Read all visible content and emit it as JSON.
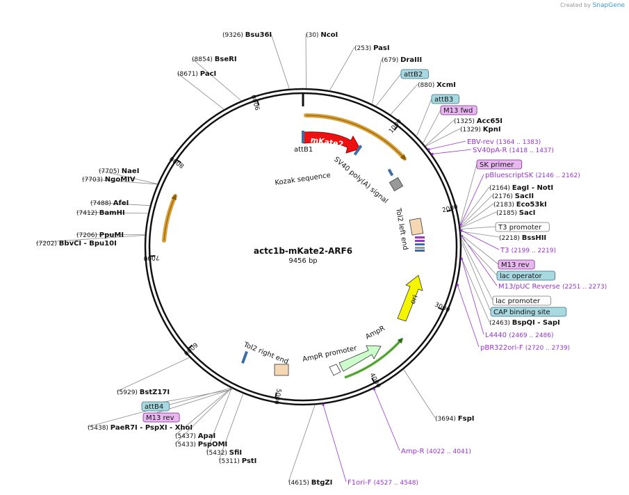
{
  "credit": {
    "prefix": "Created by",
    "brand": "SnapGene"
  },
  "plasmid": {
    "name": "actc1b-mKate2-ARF6",
    "length": "9456 bp",
    "bp": 9456
  },
  "colors": {
    "primer": "#9933cc",
    "backbone": "#111111"
  },
  "ticks": [
    {
      "label": "1000",
      "bp": 1000
    },
    {
      "label": "2000",
      "bp": 2000
    },
    {
      "label": "3000",
      "bp": 3000
    },
    {
      "label": "4000",
      "bp": 4000
    },
    {
      "label": "5000",
      "bp": 5000
    },
    {
      "label": "6000",
      "bp": 6000
    },
    {
      "label": "7000",
      "bp": 7000
    },
    {
      "label": "8000",
      "bp": 8000
    },
    {
      "label": "9000",
      "bp": 9000
    }
  ],
  "enzymes": [
    {
      "name": "Bsu36I",
      "pos": "(9326)",
      "bp": 9326
    },
    {
      "name": "NcoI",
      "pos": "(30)",
      "bp": 30
    },
    {
      "name": "PasI",
      "pos": "(253)",
      "bp": 253
    },
    {
      "name": "DraIII",
      "pos": "(679)",
      "bp": 679
    },
    {
      "name": "XcmI",
      "pos": "(880)",
      "bp": 880
    },
    {
      "name": "Acc65I",
      "pos": "(1325)",
      "bp": 1325
    },
    {
      "name": "KpnI",
      "pos": "(1329)",
      "bp": 1329
    },
    {
      "name": "EagI - NotI",
      "pos": "(2164)",
      "bp": 2164
    },
    {
      "name": "SacII",
      "pos": "(2176)",
      "bp": 2176
    },
    {
      "name": "Eco53kI",
      "pos": "(2183)",
      "bp": 2183
    },
    {
      "name": "SacI",
      "pos": "(2185)",
      "bp": 2185
    },
    {
      "name": "BssHII",
      "pos": "(2218)",
      "bp": 2218
    },
    {
      "name": "BspQI - SapI",
      "pos": "(2463)",
      "bp": 2463
    },
    {
      "name": "FspI",
      "pos": "(3694)",
      "bp": 3694
    },
    {
      "name": "BtgZI",
      "pos": "(4615)",
      "bp": 4615
    },
    {
      "name": "PstI",
      "pos": "(5311)",
      "bp": 5311
    },
    {
      "name": "SfiI",
      "pos": "(5432)",
      "bp": 5432
    },
    {
      "name": "PspOMI",
      "pos": "(5433)",
      "bp": 5433
    },
    {
      "name": "ApaI",
      "pos": "(5437)",
      "bp": 5437
    },
    {
      "name": "PaeR7I - PspXI - XhoI",
      "pos": "(5438)",
      "bp": 5438
    },
    {
      "name": "BstZ17I",
      "pos": "(5929)",
      "bp": 5929
    },
    {
      "name": "BbvCI - Bpu10I",
      "pos": "(7202)",
      "bp": 7202
    },
    {
      "name": "PpuMI",
      "pos": "(7206)",
      "bp": 7206
    },
    {
      "name": "BamHI",
      "pos": "(7412)",
      "bp": 7412
    },
    {
      "name": "AfeI",
      "pos": "(7488)",
      "bp": 7488
    },
    {
      "name": "NgoMIV",
      "pos": "(7703)",
      "bp": 7703
    },
    {
      "name": "NaeI",
      "pos": "(7705)",
      "bp": 7705
    },
    {
      "name": "PacI",
      "pos": "(8671)",
      "bp": 8671
    },
    {
      "name": "BseRI",
      "pos": "(8854)",
      "bp": 8854
    }
  ],
  "primers": [
    {
      "name": "EBV-rev",
      "range": "(1364 .. 1383)",
      "bp": 1373
    },
    {
      "name": "SV40pA-R",
      "range": "(1418 .. 1437)",
      "bp": 1427
    },
    {
      "name": "pBluescriptSK",
      "range": "(2146 .. 2162)",
      "bp": 2154
    },
    {
      "name": "T3",
      "range": "(2199 .. 2219)",
      "bp": 2209
    },
    {
      "name": "M13/pUC Reverse",
      "range": "(2251 .. 2273)",
      "bp": 2262
    },
    {
      "name": "L4440",
      "range": "(2469 .. 2486)",
      "bp": 2477
    },
    {
      "name": "pBR322ori-F",
      "range": "(2720 .. 2739)",
      "bp": 2729
    },
    {
      "name": "Amp-R",
      "range": "(4022 .. 4041)",
      "bp": 4031
    },
    {
      "name": "F1ori-F",
      "range": "(4527 .. 4548)",
      "bp": 4537
    }
  ],
  "boxes": [
    {
      "name": "attB2",
      "kind": "attb",
      "bp": 720
    },
    {
      "name": "attB3",
      "kind": "attb",
      "bp": 1200
    },
    {
      "name": "M13 fwd",
      "kind": "m13",
      "bp": 1290
    },
    {
      "name": "SK primer",
      "kind": "m13",
      "bp": 2140
    },
    {
      "name": "T3 promoter",
      "kind": "promoter",
      "bp": 2195
    },
    {
      "name": "M13 rev",
      "kind": "m13",
      "bp": 2255
    },
    {
      "name": "lac operator",
      "kind": "attb",
      "bp": 2280
    },
    {
      "name": "lac promoter",
      "kind": "promoter",
      "bp": 2300
    },
    {
      "name": "CAP binding site",
      "kind": "attb",
      "bp": 2330
    },
    {
      "name": "attB4",
      "kind": "attb",
      "bp": 5420
    },
    {
      "name": "M13 rev",
      "kind": "m13",
      "bp": 5425
    }
  ],
  "features": {
    "mkate2": "mKate2",
    "attb1": "attB1",
    "kozak": "Kozak sequence",
    "sv40": "SV40 poly(A) signal",
    "tol2_left": "Tol2 left end",
    "ori": "ori",
    "ampr": "AmpR",
    "ampr_promoter": "AmpR promoter",
    "tol2_right": "Tol2 right end"
  }
}
